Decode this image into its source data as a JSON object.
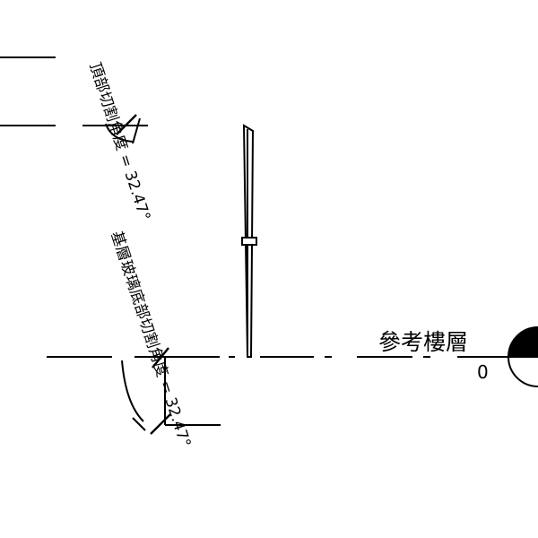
{
  "drawing": {
    "top_cut_label": "頂部切割角度 = 32.47°",
    "bottom_cut_label": "基層玻璃底部切割角度 = 32.47°",
    "reference_level_name": "參考樓層",
    "reference_level_value": "0"
  },
  "colors": {
    "line": "#000000",
    "background": "#ffffff"
  }
}
